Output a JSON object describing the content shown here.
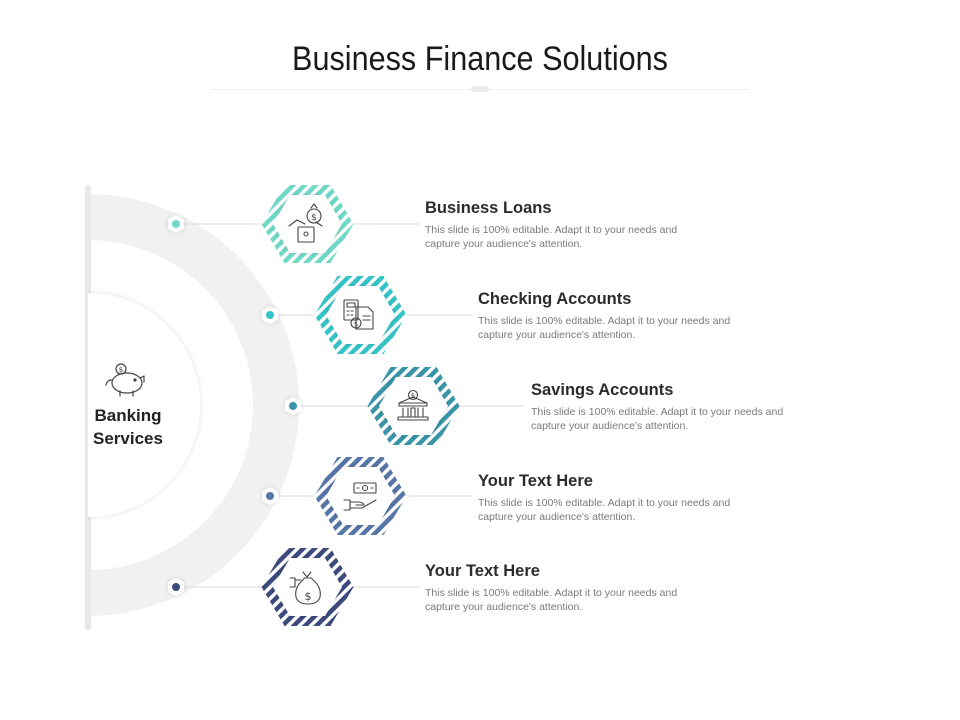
{
  "slide": {
    "title": "Business Finance Solutions",
    "center": {
      "label_line1": "Banking",
      "label_line2": "Services",
      "icon": "piggy-bank-icon"
    }
  },
  "items": [
    {
      "title": "Business Loans",
      "desc": "This slide is 100% editable. Adapt it to your needs and capture your audience's attention.",
      "icon": "handshake-money-icon",
      "color": "#6fd9c6"
    },
    {
      "title": "Checking Accounts",
      "desc": "This slide is 100% editable. Adapt it to your needs and capture your audience's attention.",
      "icon": "calculator-invoice-icon",
      "color": "#35c3c8"
    },
    {
      "title": "Savings Accounts",
      "desc": "This slide is 100% editable. Adapt it to your needs and capture your audience's attention.",
      "icon": "bank-building-icon",
      "color": "#3a94a8"
    },
    {
      "title": "Your Text Here",
      "desc": "This slide is 100% editable. Adapt it to your needs and capture your audience's attention.",
      "icon": "hand-cash-icon",
      "color": "#5675a8"
    },
    {
      "title": "Your Text Here",
      "desc": "This slide is 100% editable. Adapt it to your needs and capture your audience's attention.",
      "icon": "money-bag-icon",
      "color": "#3d4a7e"
    }
  ]
}
